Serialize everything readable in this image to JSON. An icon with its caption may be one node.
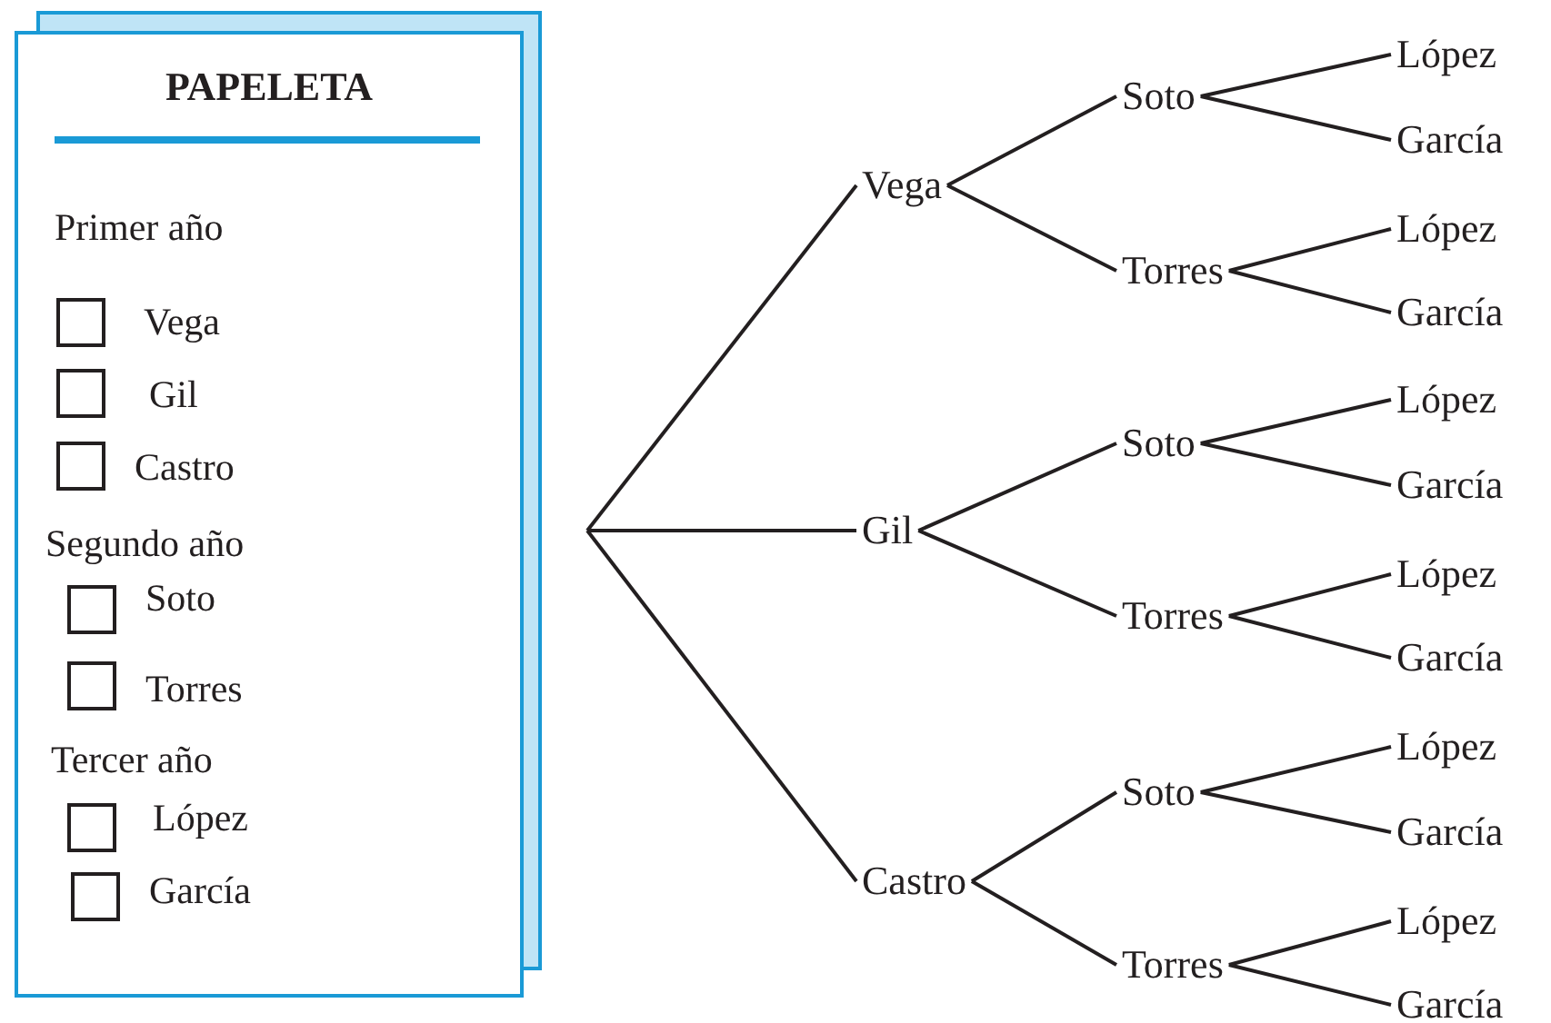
{
  "diagram": {
    "nodes": [
      {
        "text": [
          "PAPELETA"
        ]
      },
      {
        "text": [
          "Vega"
        ]
      },
      {
        "text": [
          "Soto"
        ]
      },
      {
        "text": [
          "López"
        ]
      },
      {
        "text": [
          "García"
        ]
      },
      {
        "text": [
          "Torres"
        ]
      },
      {
        "text": [
          "López"
        ]
      },
      {
        "text": [
          "García"
        ]
      },
      {
        "text": [
          "Gil"
        ]
      },
      {
        "text": [
          "Soto"
        ]
      },
      {
        "text": [
          "López"
        ]
      },
      {
        "text": [
          "García"
        ]
      },
      {
        "text": [
          "Torres"
        ]
      },
      {
        "text": [
          "López"
        ]
      },
      {
        "text": [
          "García"
        ]
      },
      {
        "text": [
          "Castro"
        ]
      },
      {
        "text": [
          "Soto"
        ]
      },
      {
        "text": [
          "López"
        ]
      },
      {
        "text": [
          "García"
        ]
      },
      {
        "text": [
          "Torres"
        ]
      },
      {
        "text": [
          "López"
        ]
      },
      {
        "text": [
          "García"
        ]
      }
    ],
    "edges": [
      {
        "from": null,
        "to": 1,
        "arrow": "none"
      },
      {
        "from": null,
        "to": 8,
        "arrow": "none"
      },
      {
        "from": null,
        "to": 15,
        "arrow": "none"
      },
      {
        "from": 1,
        "to": 2,
        "arrow": "none"
      },
      {
        "from": 1,
        "to": 5,
        "arrow": "none"
      },
      {
        "from": 2,
        "to": 3,
        "arrow": "none"
      },
      {
        "from": 2,
        "to": 4,
        "arrow": "none"
      },
      {
        "from": 5,
        "to": 6,
        "arrow": "none"
      },
      {
        "from": 5,
        "to": 7,
        "arrow": "none"
      },
      {
        "from": 8,
        "to": 9,
        "arrow": "none"
      },
      {
        "from": 8,
        "to": 12,
        "arrow": "none"
      },
      {
        "from": 9,
        "to": 10,
        "arrow": "none"
      },
      {
        "from": 9,
        "to": 11,
        "arrow": "none"
      },
      {
        "from": 12,
        "to": 13,
        "arrow": "none"
      },
      {
        "from": 12,
        "to": 14,
        "arrow": "none"
      },
      {
        "from": 15,
        "to": 16,
        "arrow": "none"
      },
      {
        "from": 15,
        "to": 19,
        "arrow": "none"
      },
      {
        "from": 16,
        "to": 17,
        "arrow": "none"
      },
      {
        "from": 16,
        "to": 18,
        "arrow": "none"
      },
      {
        "from": 19,
        "to": 20,
        "arrow": "none"
      },
      {
        "from": 19,
        "to": 21,
        "arrow": "none"
      }
    ],
    "labels": [
      "Primer año",
      "Vega",
      "Gil",
      "Castro",
      "Segundo año",
      "Soto",
      "Torres",
      "Tercer año",
      "López",
      "García"
    ]
  }
}
